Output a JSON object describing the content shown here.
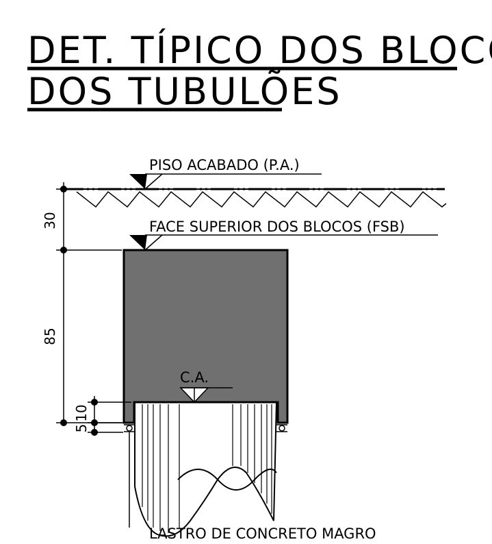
{
  "title": {
    "line1": "DET. TÍPICO DOS BLOCOS",
    "line2": "DOS TUBULÕES"
  },
  "labels": {
    "finished_floor": "PISO ACABADO (P.A.)",
    "block_top_face": "FACE SUPERIOR DOS BLOCOS (FSB)",
    "ca": "C.A.",
    "lean_concrete": "LASTRO DE CONCRETO MAGRO"
  },
  "dimensions": {
    "soil_cover": "30",
    "block_height": "85",
    "embed": "10",
    "lean_layer": "5"
  },
  "colors": {
    "block_fill": "#707070",
    "line": "#000000"
  }
}
